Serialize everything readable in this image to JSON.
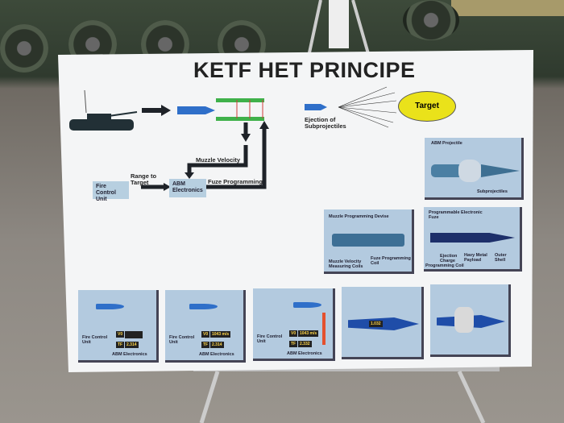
{
  "title": "KETF HET PRINCIPE",
  "flow": {
    "muzzle_velocity": "Muzzle Velocity",
    "range_to_target": "Range to Target",
    "fire_control_unit": "Fire Control Unit",
    "abm_electronics": "ABM Electronics",
    "fuze_programming": "Fuze Programming",
    "ejection": "Ejection of Subprojectiles",
    "target": "Target"
  },
  "panels": {
    "abm_projectile": {
      "title": "ABM Projectile",
      "subprojectiles": "Subprojectiles"
    },
    "muzzle_device": {
      "title": "Muzzle Programming Devise",
      "coils": "Muzzle Velocity Measuring Coils",
      "fuze_coil": "Fuze Programming Coil"
    },
    "fuze": {
      "title": "Programmable Electronic Fuze",
      "ejection_charge": "Ejection Charge",
      "payload": "Havy Metal Payload",
      "outer_shell": "Outer Shell",
      "programming_coil": "Programming Coil"
    }
  },
  "steps": [
    {
      "fcu": "Fire Control Unit",
      "v0_label": "V0",
      "v0": "",
      "tf_label": "TF",
      "tf": "2.314",
      "abm": "ABM Electronics"
    },
    {
      "fcu": "Fire Control Unit",
      "v0_label": "V0",
      "v0": "1043 m/s",
      "tf_label": "TF",
      "tf": "2.314",
      "abm": "ABM Electronics"
    },
    {
      "fcu": "Fire Control Unit",
      "v0_label": "V0",
      "v0": "1043 m/s",
      "tf_label": "TF",
      "tf": "2.332",
      "abm": "ABM Electronics"
    },
    {
      "counter": "1.032"
    }
  ]
}
